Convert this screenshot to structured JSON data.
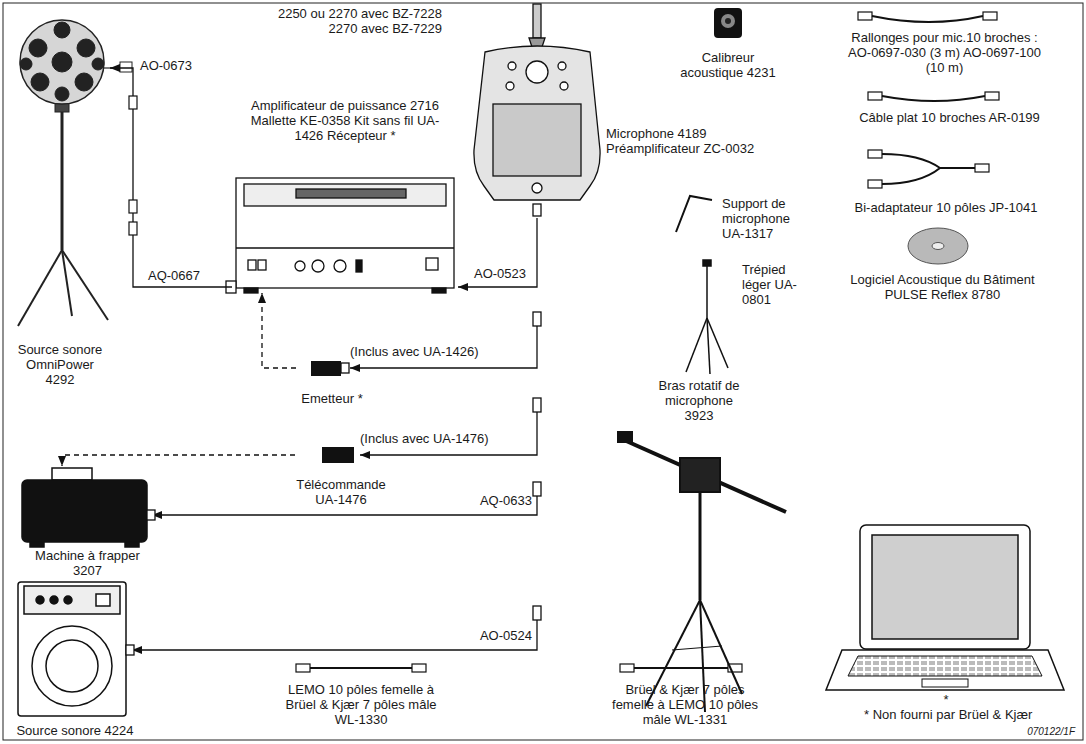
{
  "diagram": {
    "nodes": [
      {
        "text": [
          "Source sonore OmniPower 4292"
        ]
      },
      {
        "text": [
          "Amplificateur de puissance 2716 Mallette KE-0358 Kit sans fil UA-1426 Récepteur *"
        ]
      },
      {
        "text": [
          "2250 ou 2270 avec BZ-7228 2270 avec BZ-7229"
        ]
      },
      {
        "text": [
          "Emetteur *"
        ]
      },
      {
        "text": [
          "Télécommande UA-1476"
        ]
      },
      {
        "text": [
          "Machine à frapper 3207"
        ]
      },
      {
        "text": [
          "Source sonore 4224"
        ]
      }
    ],
    "edges": [
      {
        "from": 2,
        "to": 1,
        "arrow": "to",
        "label": "AO-0523"
      },
      {
        "from": 1,
        "to": 0,
        "arrow": "to",
        "label": "AQ-0667"
      },
      {
        "from": 3,
        "to": 1,
        "arrow": "to"
      },
      {
        "from": 4,
        "to": 5,
        "arrow": "to"
      }
    ],
    "labels": [
      "AO-0673",
      "Calibreur acoustique 4231",
      "Microphone 4189 Préamplificateur ZC-0032",
      "Rallonges pour mic.10 broches : AO-0697-030 (3 m) AO-0697-100 (10 m)",
      "Câble plat 10 broches AR-0199",
      "Support de microphone UA-1317",
      "Trépied léger UA-0801",
      "Bi-adaptateur 10 pôles JP-1041",
      "Logiciel Acoustique du Bâtiment PULSE Reflex 8780",
      "(Inclus avec UA-1426)",
      "(Inclus avec UA-1476)",
      "AQ-0633",
      "AO-0524",
      "Bras rotatif de microphone 3923",
      "LEMO 10 pôles femelle à Brüel & Kjær 7 pôles mâle WL-1330",
      "Brüel & Kjær 7 pôles femelle à LEMO 10 pôles mâle WL-1331",
      "*",
      "* Non fourni par Brüel & Kjær",
      "070122/1F"
    ]
  }
}
